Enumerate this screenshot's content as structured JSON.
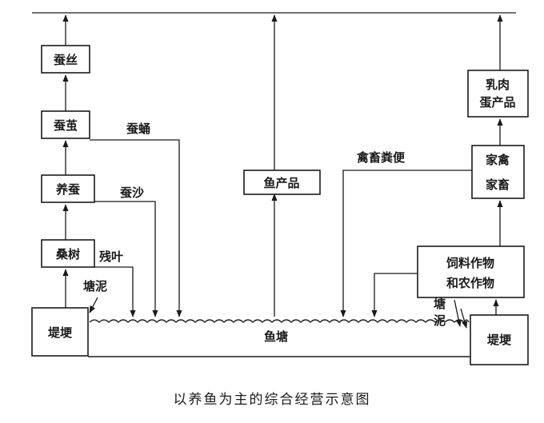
{
  "nodes": {
    "silk": "蚕丝",
    "cocoon": "蚕茧",
    "silkworm": "养蚕",
    "mulberry": "桑树",
    "dike_left": "堤埂",
    "fish_product": "鱼产品",
    "dairy_line1": "乳肉",
    "dairy_line2": "蛋产品",
    "poultry_line1": "家禽",
    "poultry_line2": "家畜",
    "crops_line1": "饲料作物",
    "crops_line2": "和农作物",
    "dike_right": "堤埂",
    "pond": "鱼塘"
  },
  "labels": {
    "pupa": "蚕蛹",
    "silkworm_excrement": "蚕沙",
    "leftover_leaves": "残叶",
    "pond_mud_left": "塘泥",
    "pond_mud_right_1": "塘",
    "pond_mud_right_2": "泥",
    "manure": "禽畜粪便"
  },
  "caption": "以养鱼为主的综合经营示意图"
}
